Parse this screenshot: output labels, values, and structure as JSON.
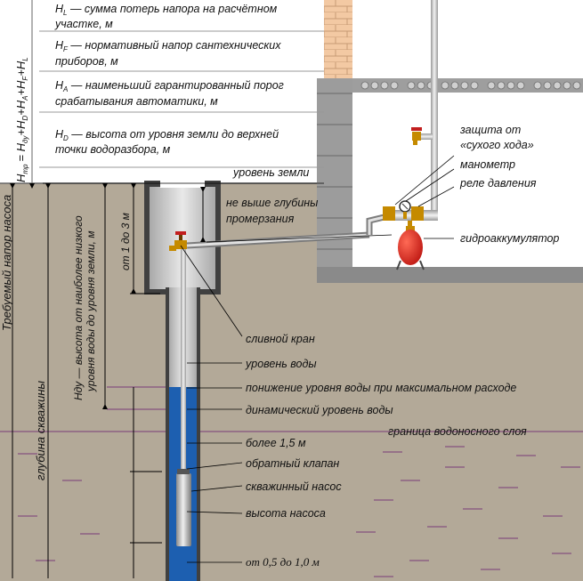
{
  "formula": {
    "lhs": "H",
    "lhs_sub": "тр",
    "rhs_1": "= H",
    "rhs_1_sub": "ду",
    "rhs_2": "+H",
    "rhs_2_sub": "D",
    "rhs_3": "+H",
    "rhs_3_sub": "A",
    "rhs_4": "+H",
    "rhs_4_sub": "F",
    "rhs_5": "+H",
    "rhs_5_sub": "L"
  },
  "legend": [
    {
      "sym": "H",
      "sub": "L",
      "line1": " — сумма потерь напора на расчётном",
      "line2": "участке, м"
    },
    {
      "sym": "H",
      "sub": "F",
      "line1": " —  нормативный напор сантехнических",
      "line2": "приборов, м"
    },
    {
      "sym": "H",
      "sub": "A",
      "line1": " — наименьший гарантированный порог",
      "line2": "срабатывания автоматики, м"
    },
    {
      "sym": "H",
      "sub": "D",
      "line1": " — высота от уровня земли до верхней",
      "line2": "точки водоразбора, м"
    }
  ],
  "labels": {
    "ground_level": "уровень земли",
    "required_head": "Требуемый напор насоса",
    "well_depth": "глубина скважины",
    "ndu_line1": "Hду — высота от наиболее низкого",
    "ndu_line2": "уровня воды до уровня земли, м",
    "from_1_to_3": "от 1 до 3 м",
    "frost_line1": "не выше глубины",
    "frost_line2": "промерзания",
    "dry_run_line1": "защита от",
    "dry_run_line2": "«сухого хода»",
    "manometer": "манометр",
    "pressure_relay": "реле давления",
    "accumulator": "гидроаккумулятор",
    "drain_valve": "сливной кран",
    "water_level": "уровень воды",
    "drawdown": "понижение уровня воды при максимальном расходе",
    "dynamic_level": "динамический уровень воды",
    "aquifer_boundary": "граница водоносного слоя",
    "more_than": "более 1,5 м",
    "check_valve": "обратный клапан",
    "well_pump": "скважинный насос",
    "pump_height": "высота насоса",
    "bottom_gap": "от 0,5 до 1,0 м"
  },
  "colors": {
    "soil": "#b3a998",
    "water": "#1d5fb0",
    "concrete": "#c8c8c8",
    "brick": "#f3c9a3",
    "accumulator": "#d8201d",
    "pipe": "#d4d4d4",
    "dim_line": "#000000",
    "aquifer_dash": "#7a3a78"
  }
}
